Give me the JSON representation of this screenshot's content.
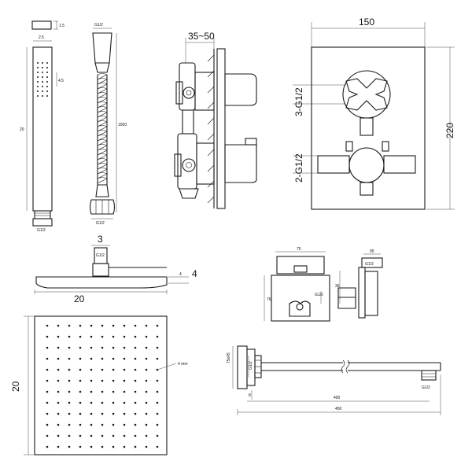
{
  "hand_shower": {
    "dims": {
      "cap_thk": "1.5",
      "width": "2.5",
      "length": "20",
      "spacing": "4.5",
      "thread": "G1/2"
    }
  },
  "hose": {
    "dims": {
      "top_thread": "G1/2",
      "length": "1500",
      "bottom_thread": "G1/2"
    }
  },
  "valve_side": {
    "dims": {
      "depth": "35~50"
    }
  },
  "valve_front": {
    "dims": {
      "width": "150",
      "height": "220",
      "outlet_upper": "3-G1/2",
      "outlet_lower": "2-G1/2"
    }
  },
  "rain_head_side": {
    "dims": {
      "connector_w": "3",
      "thread": "G1/2",
      "thickness": "4",
      "width": "20"
    }
  },
  "rain_head_top": {
    "dims": {
      "side": "20",
      "edge": "4 mm"
    }
  },
  "wall_outlet": {
    "dims": {
      "width": "75",
      "height": "76"
    }
  },
  "holder": {
    "dims": {
      "width": "95",
      "thread": "G1/2",
      "depth": "36",
      "base": "G1/2"
    }
  },
  "shower_arm": {
    "dims": {
      "flange": "75x45",
      "thread": "G1/2",
      "inner": "G1/2",
      "length_inner": "400",
      "length_total": "450",
      "small": "8"
    }
  }
}
